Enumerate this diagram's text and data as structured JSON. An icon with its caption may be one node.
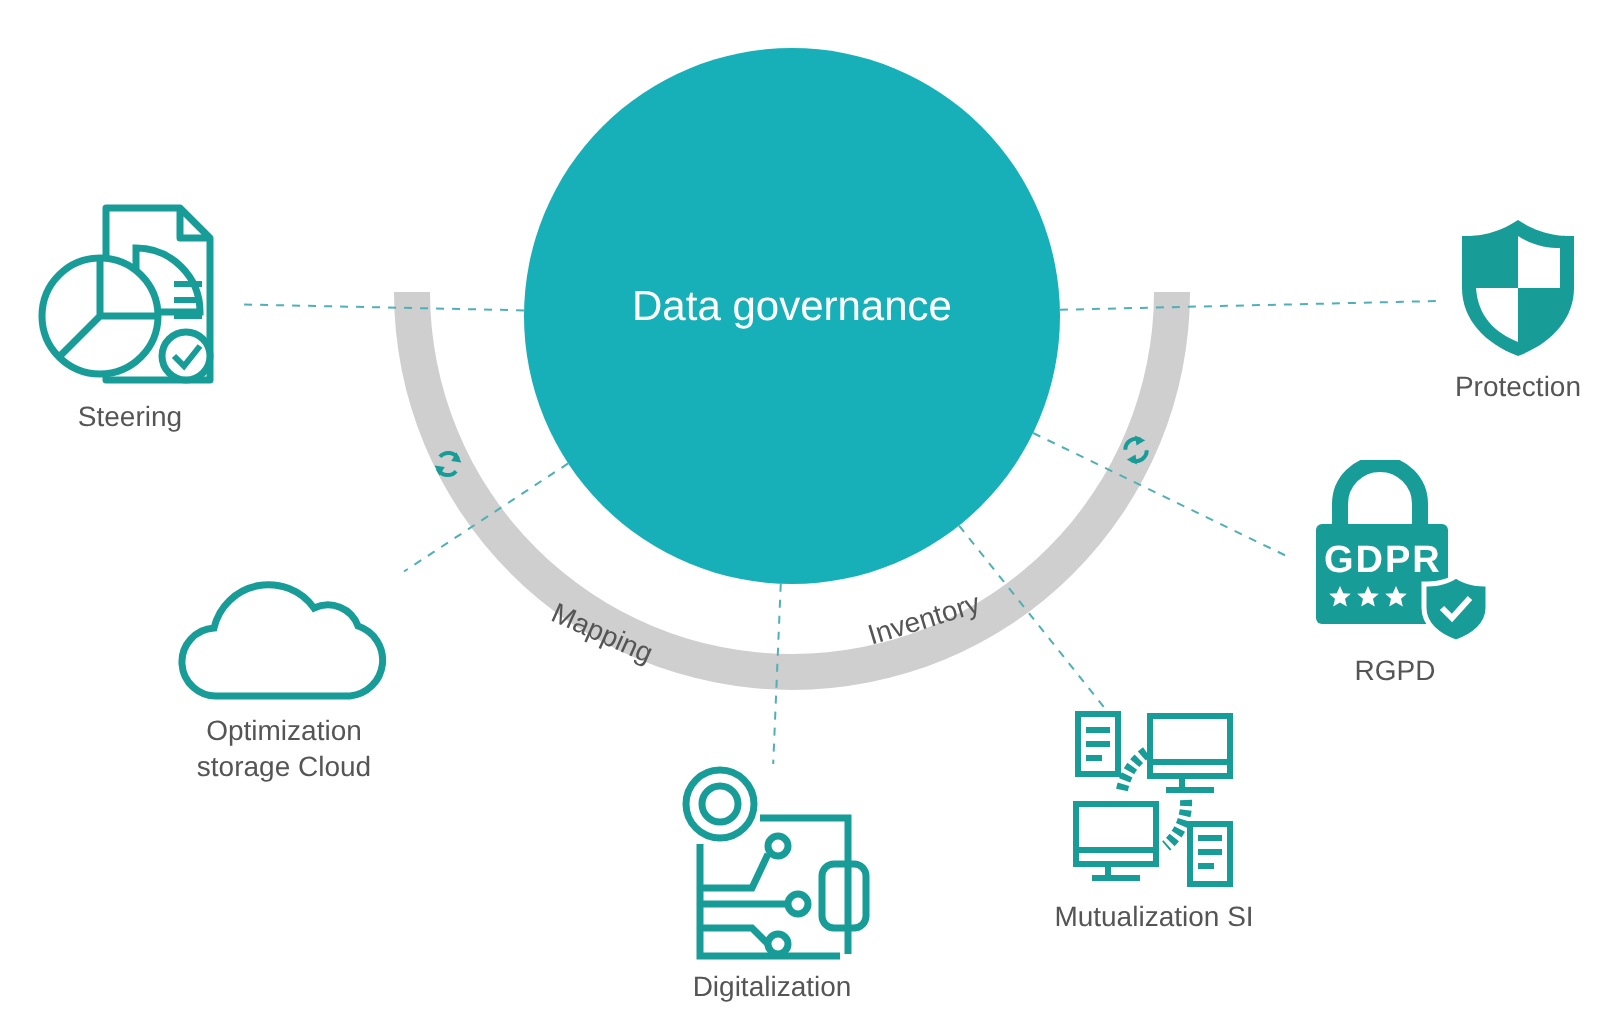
{
  "diagram": {
    "nodes": [
      {
        "text": [
          "Data governance"
        ]
      },
      {
        "text": [
          "Steering"
        ]
      },
      {
        "text": [
          "Protection"
        ]
      },
      {
        "text": [
          "RGPD"
        ]
      },
      {
        "text": [
          "Optimization storage Cloud"
        ]
      },
      {
        "text": [
          "Digitalization"
        ]
      },
      {
        "text": [
          "Mutualization SI"
        ]
      }
    ],
    "edges": [
      {
        "from": 0,
        "to": 1,
        "arrow": "none",
        "style": "dashed"
      },
      {
        "from": 0,
        "to": 2,
        "arrow": "none",
        "style": "dashed"
      },
      {
        "from": 0,
        "to": 3,
        "arrow": "none",
        "style": "dashed"
      },
      {
        "from": 0,
        "to": 4,
        "arrow": "none",
        "style": "dashed"
      },
      {
        "from": 0,
        "to": 5,
        "arrow": "none",
        "style": "dashed"
      },
      {
        "from": 0,
        "to": 6,
        "arrow": "none",
        "style": "dashed"
      }
    ],
    "labels": [
      "GDPR",
      "Mapping",
      "Inventory"
    ]
  }
}
